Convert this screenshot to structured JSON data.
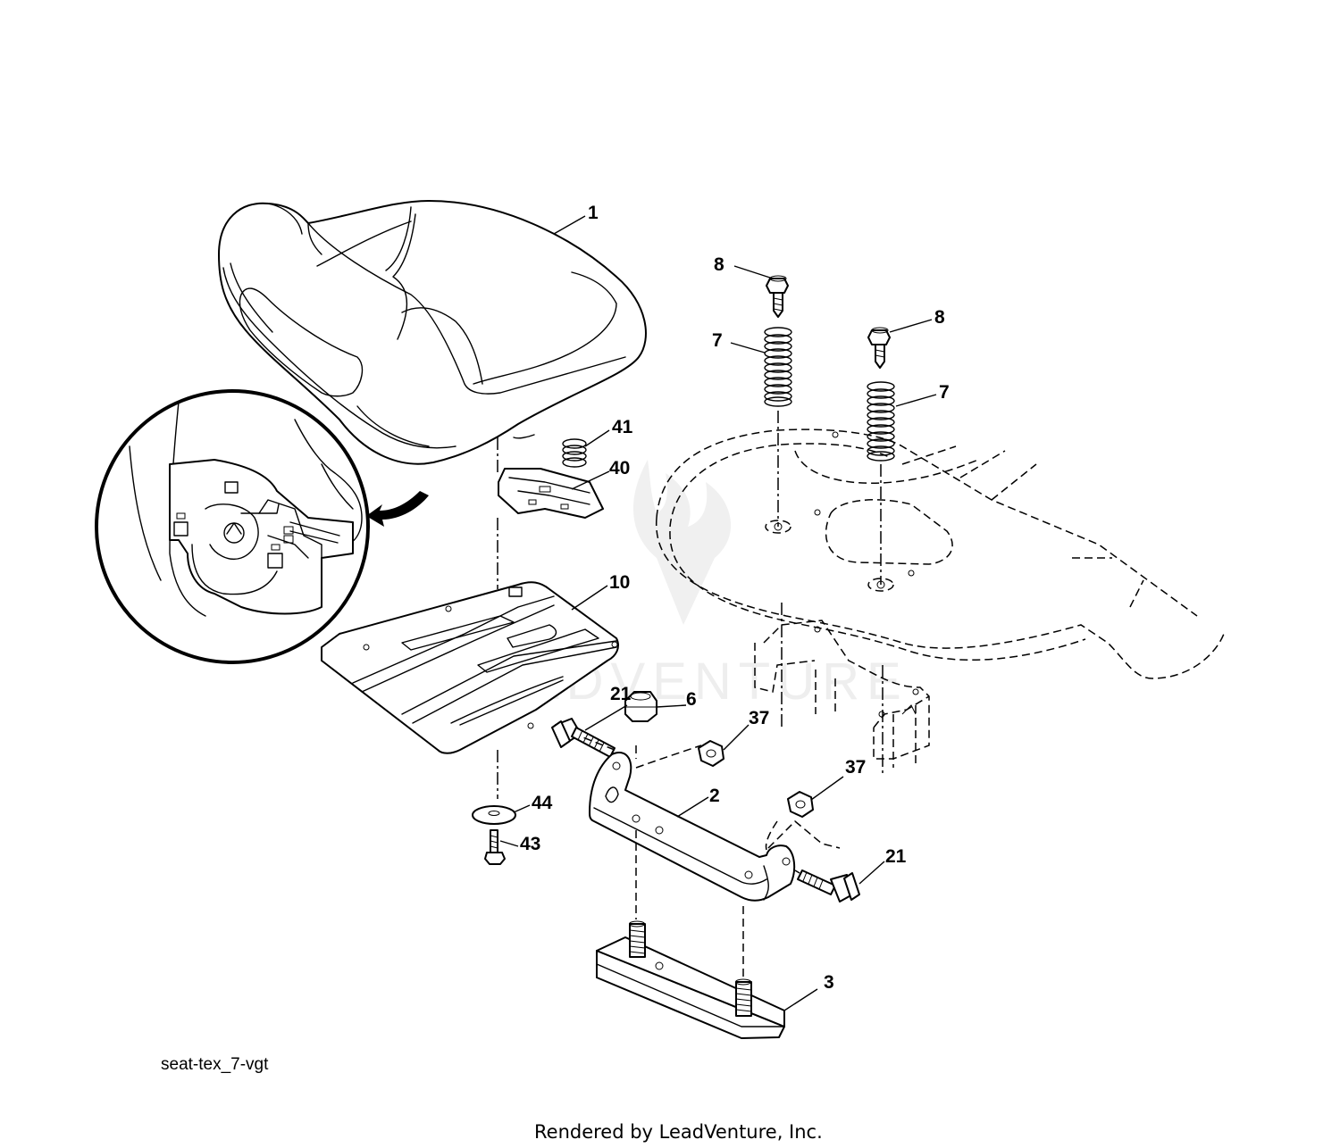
{
  "diagram": {
    "callouts": [
      {
        "id": "c1",
        "label": "1"
      },
      {
        "id": "c8a",
        "label": "8"
      },
      {
        "id": "c8b",
        "label": "8"
      },
      {
        "id": "c7a",
        "label": "7"
      },
      {
        "id": "c7b",
        "label": "7"
      },
      {
        "id": "c41",
        "label": "41"
      },
      {
        "id": "c40",
        "label": "40"
      },
      {
        "id": "c10",
        "label": "10"
      },
      {
        "id": "c21a",
        "label": "21"
      },
      {
        "id": "c6",
        "label": "6"
      },
      {
        "id": "c37a",
        "label": "37"
      },
      {
        "id": "c37b",
        "label": "37"
      },
      {
        "id": "c2",
        "label": "2"
      },
      {
        "id": "c44",
        "label": "44"
      },
      {
        "id": "c43",
        "label": "43"
      },
      {
        "id": "c21b",
        "label": "21"
      },
      {
        "id": "c3",
        "label": "3"
      }
    ],
    "reference_code": "seat-tex_7-vgt",
    "credit": "Rendered by LeadVenture, Inc.",
    "watermark": "LEADVENTURE"
  }
}
